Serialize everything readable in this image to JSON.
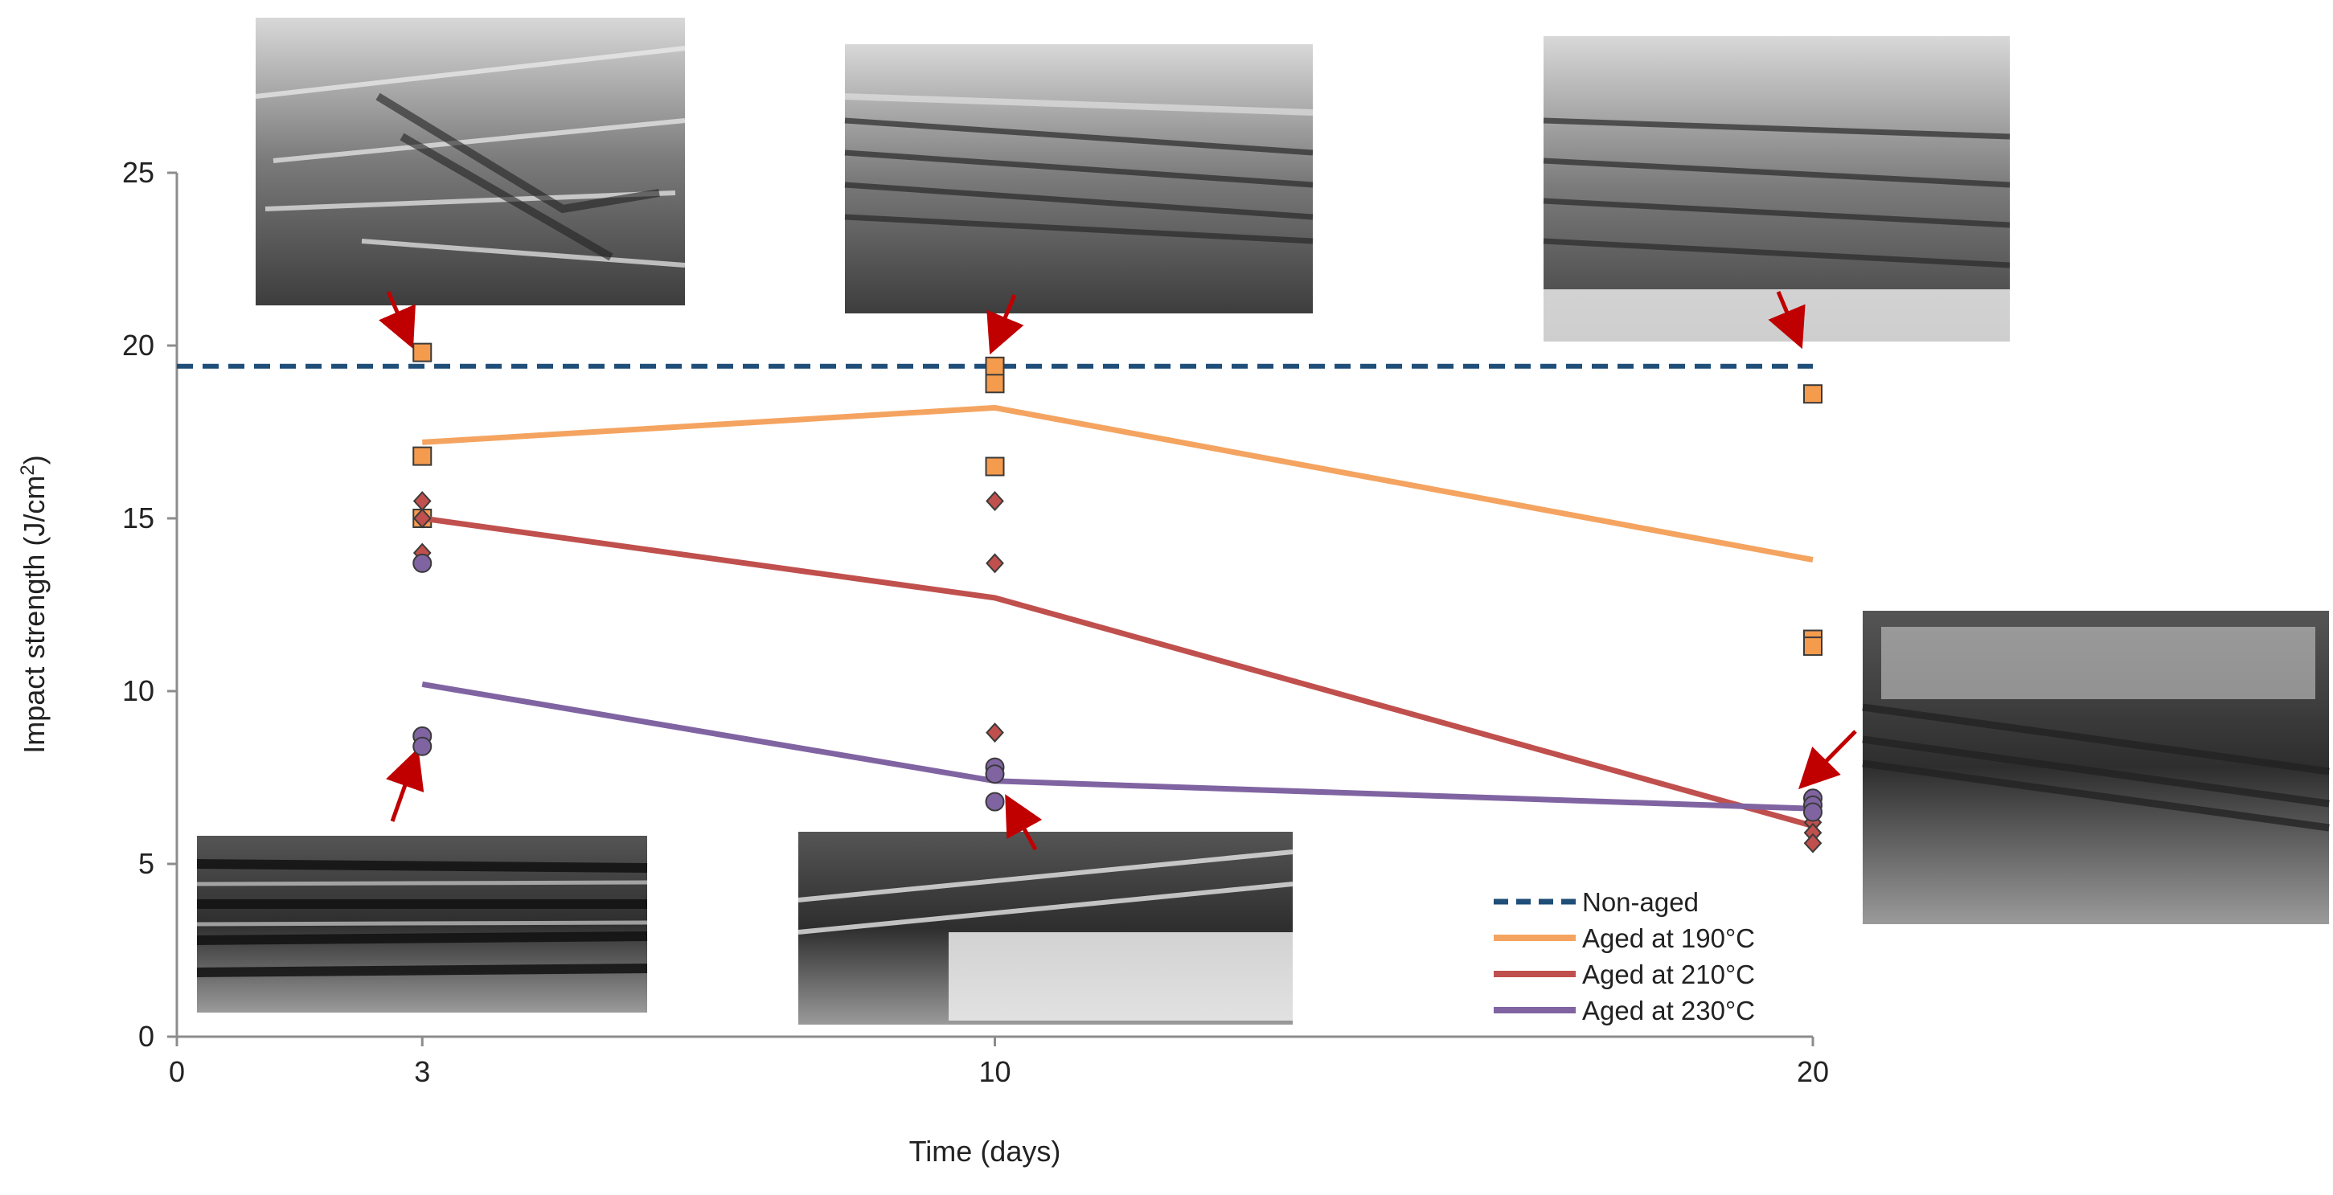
{
  "chart_data": {
    "type": "scatter",
    "title": "",
    "xlabel": "Time (days)",
    "ylabel": "Impact strength (J/cm²)",
    "ylabel_base": "Impact strength (J/cm",
    "ylabel_sup": "2",
    "ylabel_close": ")",
    "xlim": [
      0,
      20
    ],
    "ylim": [
      0,
      25
    ],
    "x_ticks": [
      0,
      3,
      10,
      20
    ],
    "y_ticks": [
      0,
      5,
      10,
      15,
      20,
      25
    ],
    "grid": false,
    "legend_position": "bottom-right",
    "series": [
      {
        "name": "Non-aged",
        "style": "dashed-line",
        "color": "#1f4e79",
        "line": [
          [
            0,
            19.4
          ],
          [
            20,
            19.4
          ]
        ]
      },
      {
        "name": "Aged at 190°C",
        "style": "line-with-markers",
        "color": "#f4a460",
        "marker": "square",
        "marker_fill": "#f59b4d",
        "line": [
          [
            3,
            17.2
          ],
          [
            10,
            18.2
          ],
          [
            20,
            13.8
          ]
        ],
        "points": [
          [
            3,
            19.8
          ],
          [
            3,
            16.8
          ],
          [
            3,
            15.0
          ],
          [
            10,
            19.4
          ],
          [
            10,
            18.9
          ],
          [
            10,
            16.5
          ],
          [
            20,
            18.6
          ],
          [
            20,
            11.5
          ],
          [
            20,
            11.3
          ]
        ]
      },
      {
        "name": "Aged at 210°C",
        "style": "line-with-markers",
        "color": "#c0504d",
        "marker": "diamond",
        "marker_fill": "#c0504d",
        "line": [
          [
            3,
            15.0
          ],
          [
            10,
            12.7
          ],
          [
            20,
            6.1
          ]
        ],
        "points": [
          [
            3,
            15.5
          ],
          [
            3,
            15.0
          ],
          [
            3,
            14.0
          ],
          [
            10,
            15.5
          ],
          [
            10,
            13.7
          ],
          [
            10,
            8.8
          ],
          [
            20,
            6.2
          ],
          [
            20,
            5.9
          ],
          [
            20,
            5.6
          ]
        ]
      },
      {
        "name": "Aged at 230°C",
        "style": "line-with-markers",
        "color": "#8064a2",
        "marker": "circle",
        "marker_fill": "#8064a2",
        "line": [
          [
            3,
            10.2
          ],
          [
            10,
            7.4
          ],
          [
            20,
            6.6
          ]
        ],
        "points": [
          [
            3,
            13.7
          ],
          [
            3,
            8.7
          ],
          [
            3,
            8.4
          ],
          [
            10,
            7.8
          ],
          [
            10,
            7.6
          ],
          [
            10,
            6.8
          ],
          [
            20,
            6.9
          ],
          [
            20,
            6.7
          ],
          [
            20,
            6.5
          ]
        ]
      }
    ]
  },
  "photos": [
    {
      "name": "photo-day3-aged190",
      "tone": "light"
    },
    {
      "name": "photo-day10-aged190",
      "tone": "light"
    },
    {
      "name": "photo-day20-aged190",
      "tone": "light"
    },
    {
      "name": "photo-day3-aged230",
      "tone": "dark"
    },
    {
      "name": "photo-day10-aged230",
      "tone": "dark"
    },
    {
      "name": "photo-day20-aged230",
      "tone": "dark"
    }
  ],
  "colors": {
    "axis": "#8c8c8c",
    "arrow": "#c00000",
    "marker_edge": "#3a3a3a"
  }
}
